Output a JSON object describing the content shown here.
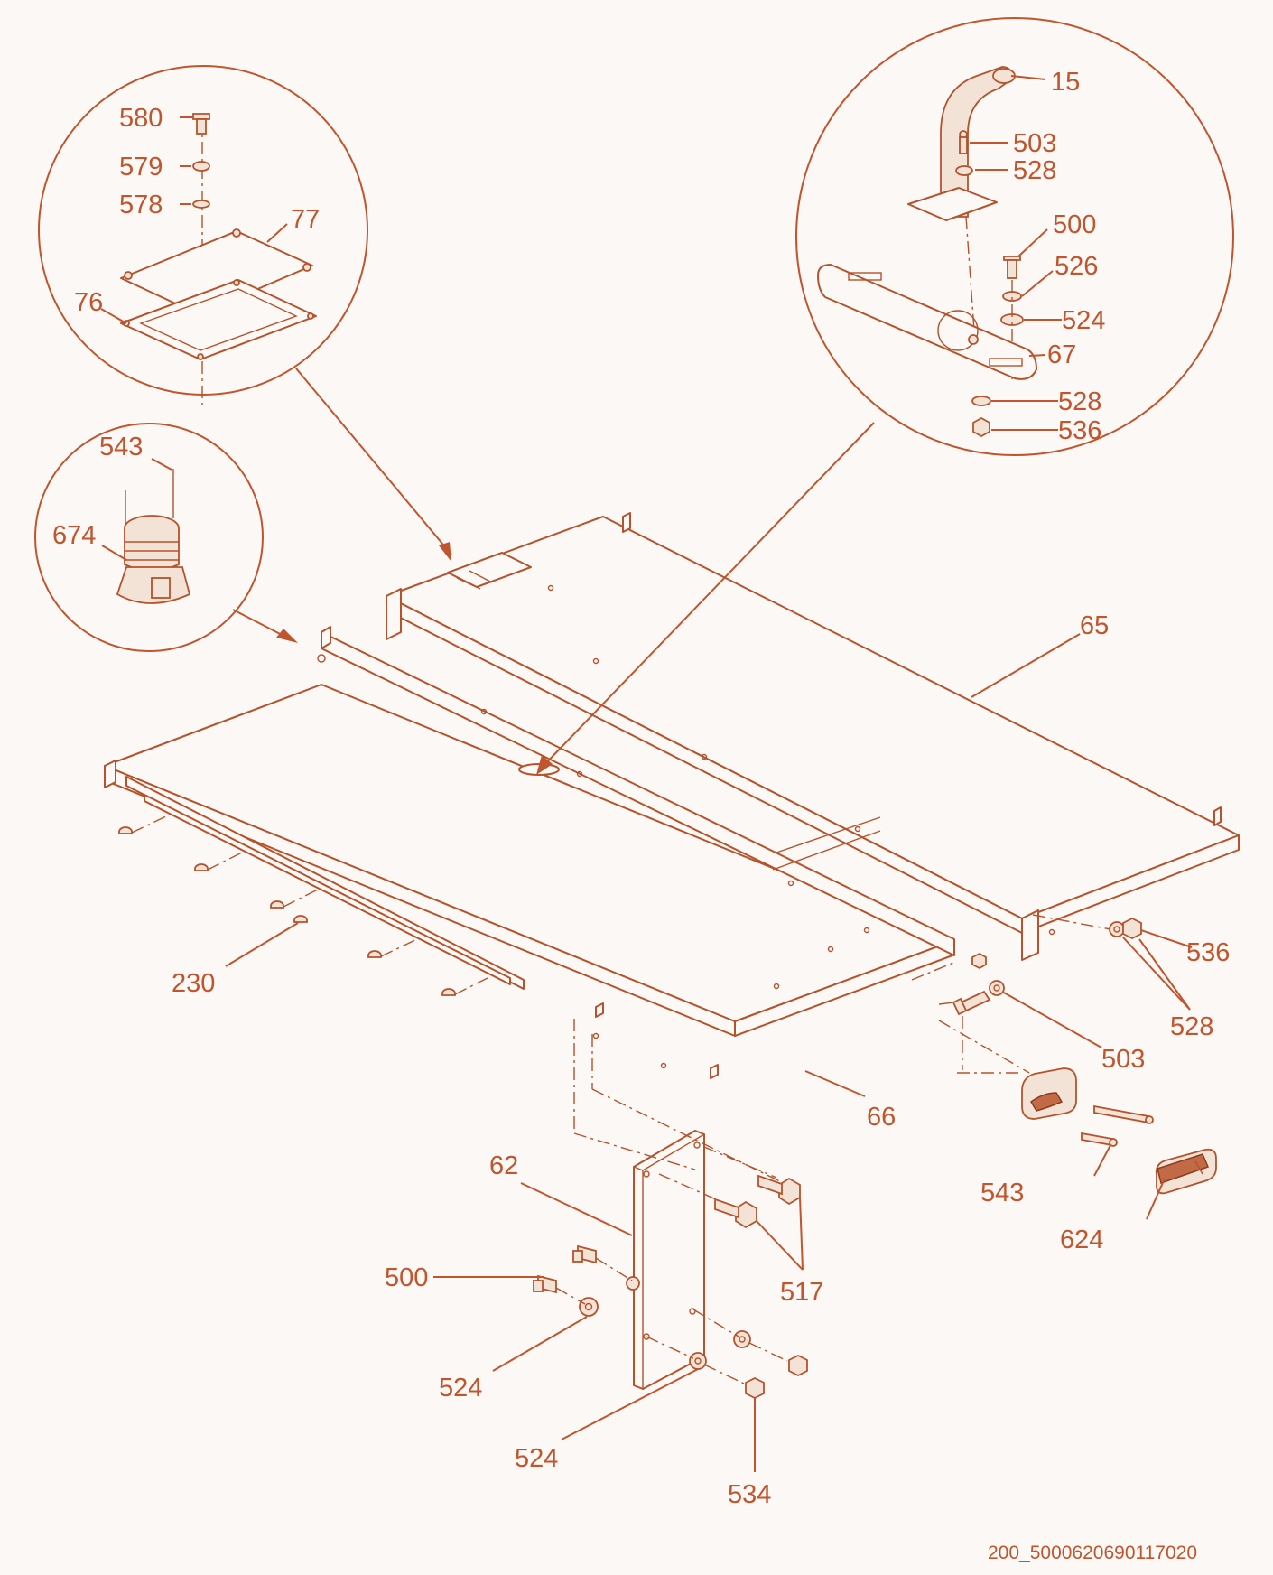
{
  "colors": {
    "line": "#c0552e",
    "background": "#fbf8f5"
  },
  "labels": {
    "l580": "580",
    "l579": "579",
    "l578": "578",
    "l77": "77",
    "l76": "76",
    "l543a": "543",
    "l674": "674",
    "l15": "15",
    "l503a": "503",
    "l528a": "528",
    "l500a": "500",
    "l526": "526",
    "l524a": "524",
    "l67": "67",
    "l528b": "528",
    "l536a": "536",
    "l65": "65",
    "l230": "230",
    "l536b": "536",
    "l528c": "528",
    "l503b": "503",
    "l66": "66",
    "l543b": "543",
    "l624": "624",
    "l62": "62",
    "l500b": "500",
    "l517": "517",
    "l524b": "524",
    "l524c": "524",
    "l534": "534"
  },
  "doc_id": "200_5000620690117020"
}
